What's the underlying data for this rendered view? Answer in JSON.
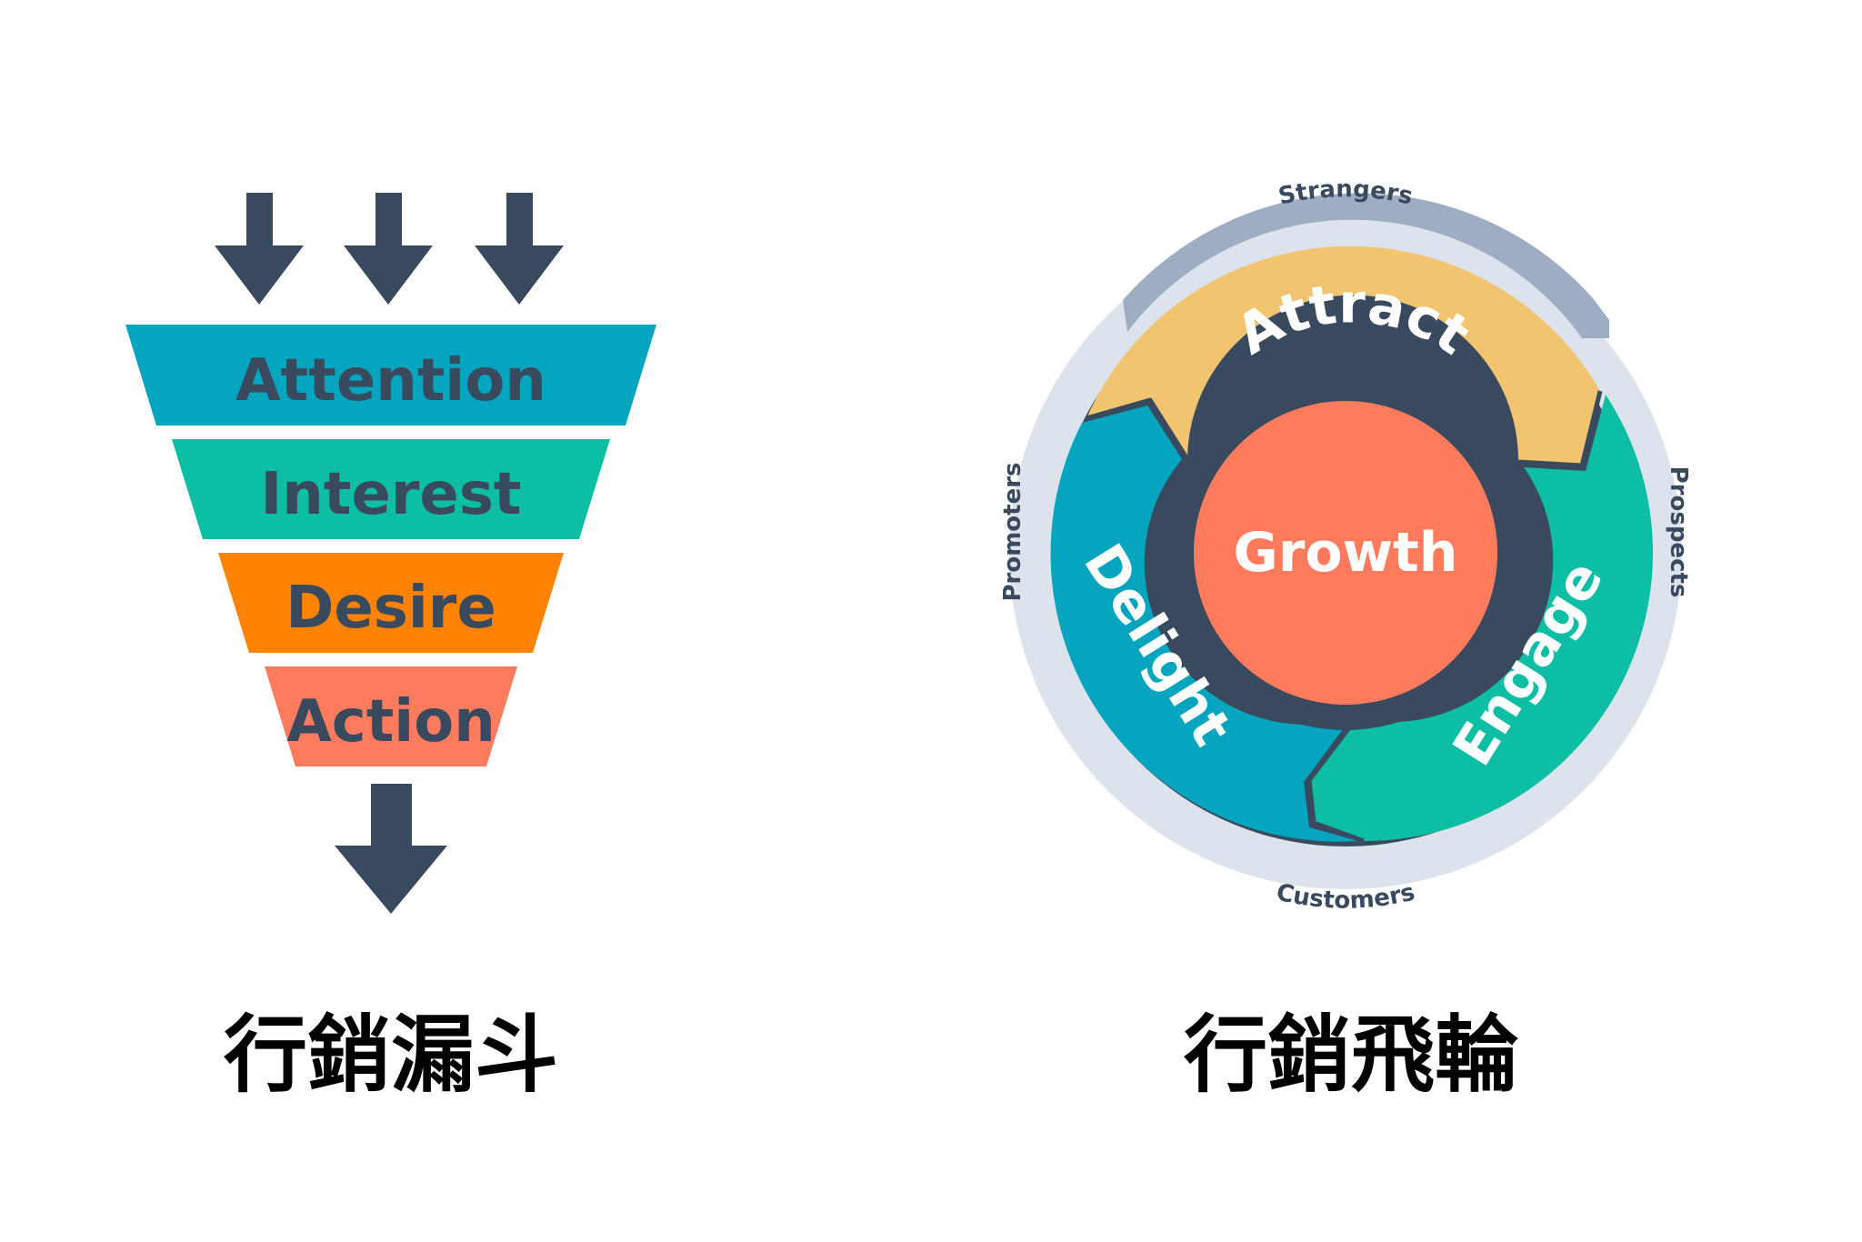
{
  "funnel": {
    "stages": [
      {
        "label": "Attention",
        "color": "#05A4BF"
      },
      {
        "label": "Interest",
        "color": "#0CBFA4"
      },
      {
        "label": "Desire",
        "color": "#FF8200"
      },
      {
        "label": "Action",
        "color": "#FF7B5D"
      }
    ],
    "text_color": "#3A4A5E",
    "arrow_color": "#3A4A5E",
    "caption": "行銷漏斗"
  },
  "flywheel": {
    "center": {
      "label": "Growth",
      "color": "#FF7B5C"
    },
    "segments": [
      {
        "label": "Attract",
        "color": "#F3C46F"
      },
      {
        "label": "Engage",
        "color": "#0CBFA4"
      },
      {
        "label": "Delight",
        "color": "#05A4BF"
      }
    ],
    "outer_labels": [
      "Strangers",
      "Prospects",
      "Customers",
      "Promoters"
    ],
    "outline_color": "#3A4A5E",
    "ring_color": "#DDE3EC",
    "ring_accent_color": "#9FADC2",
    "caption": "行銷飛輪"
  }
}
